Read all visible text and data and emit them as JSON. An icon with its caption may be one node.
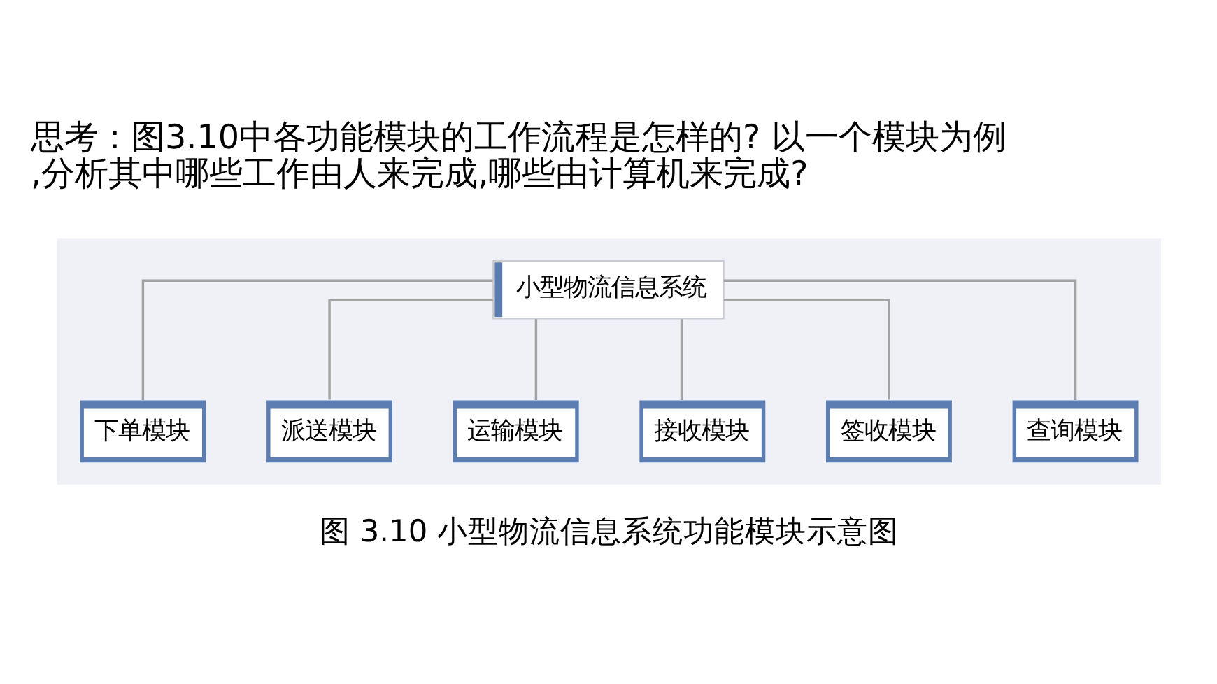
{
  "diagram": {
    "title": "思考：图3.10中各功能模块的工作流程是怎样的? 以一个模块为例,分析其中哪些工作由人来完成,哪些由计算机来完成?",
    "caption": "图 3.10 小型物流信息系统功能模块示意图",
    "nodes": [
      {
        "text": [],
        "shape": "box"
      },
      {
        "text": [
          "小型物流信息系统"
        ],
        "in": 0
      },
      {
        "text": [
          "下单模块"
        ],
        "in": 0
      },
      {
        "text": [
          "派送模块"
        ],
        "in": 0
      },
      {
        "text": [
          "运输模块"
        ],
        "in": 0
      },
      {
        "text": [
          "接收模块"
        ],
        "in": 0
      },
      {
        "text": [
          "签收模块"
        ],
        "in": 0
      },
      {
        "text": [
          "查询模块"
        ],
        "in": 0
      }
    ],
    "edges": [
      {
        "from": 1,
        "to": 2,
        "arrow": "none"
      },
      {
        "from": 1,
        "to": 3,
        "arrow": "none"
      },
      {
        "from": 1,
        "to": 4,
        "arrow": "none"
      },
      {
        "from": 1,
        "to": 5,
        "arrow": "none"
      },
      {
        "from": 1,
        "to": 6,
        "arrow": "none"
      },
      {
        "from": 1,
        "to": 7,
        "arrow": "none"
      }
    ]
  }
}
